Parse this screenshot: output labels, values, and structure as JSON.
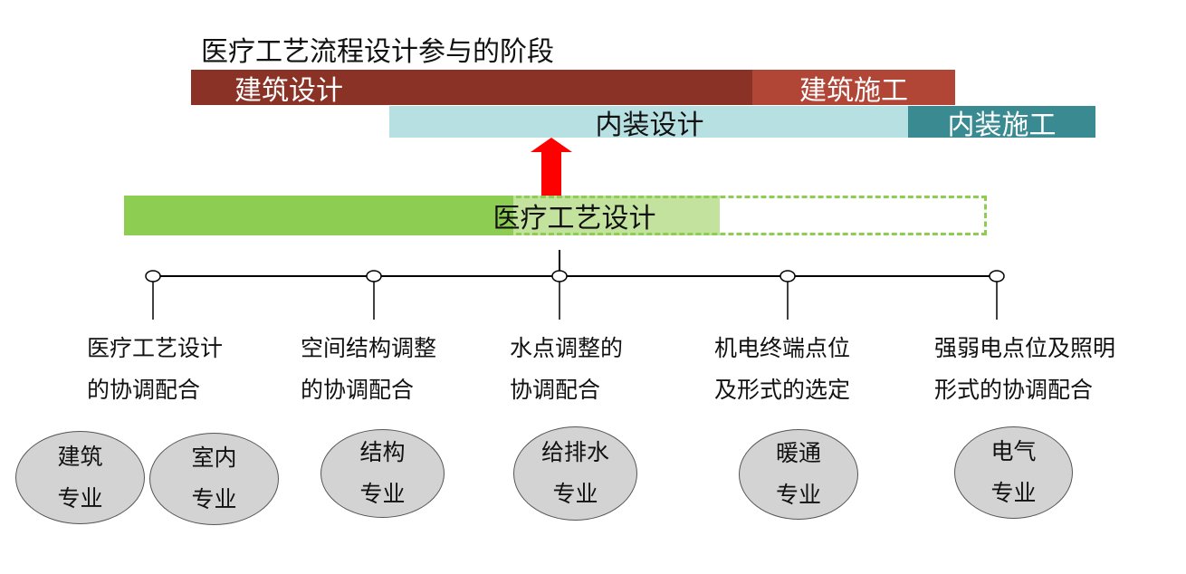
{
  "title": "医疗工艺流程设计参与的阶段",
  "bars": {
    "arch_design": "建筑设计",
    "arch_build": "建筑施工",
    "interior_design": "内装设计",
    "interior_build": "内装施工"
  },
  "medical_design": "医疗工艺设计",
  "colors": {
    "arch_design": "#8b3226",
    "arch_build": "#b14536",
    "interior_design": "#b7e0e3",
    "interior_build": "#3a8b91",
    "medical_dark": "#8ccd52",
    "medical_light": "#c3e29d",
    "arrow": "#ff0000",
    "specialty_fill": "#d3d3d3"
  },
  "coordination_points": [
    {
      "line1": "医疗工艺设计",
      "line2": "的协调配合"
    },
    {
      "line1": "空间结构调整",
      "line2": "的协调配合"
    },
    {
      "line1": "水点调整的",
      "line2": "协调配合"
    },
    {
      "line1": "机电终端点位",
      "line2": "及形式的选定"
    },
    {
      "line1": "强弱电点位及照明",
      "line2": "形式的协调配合"
    }
  ],
  "specialties": [
    {
      "line1": "建筑",
      "line2": "专业"
    },
    {
      "line1": "室内",
      "line2": "专业"
    },
    {
      "line1": "结构",
      "line2": "专业"
    },
    {
      "line1": "给排水",
      "line2": "专业"
    },
    {
      "line1": "暖通",
      "line2": "专业"
    },
    {
      "line1": "电气",
      "line2": "专业"
    }
  ]
}
